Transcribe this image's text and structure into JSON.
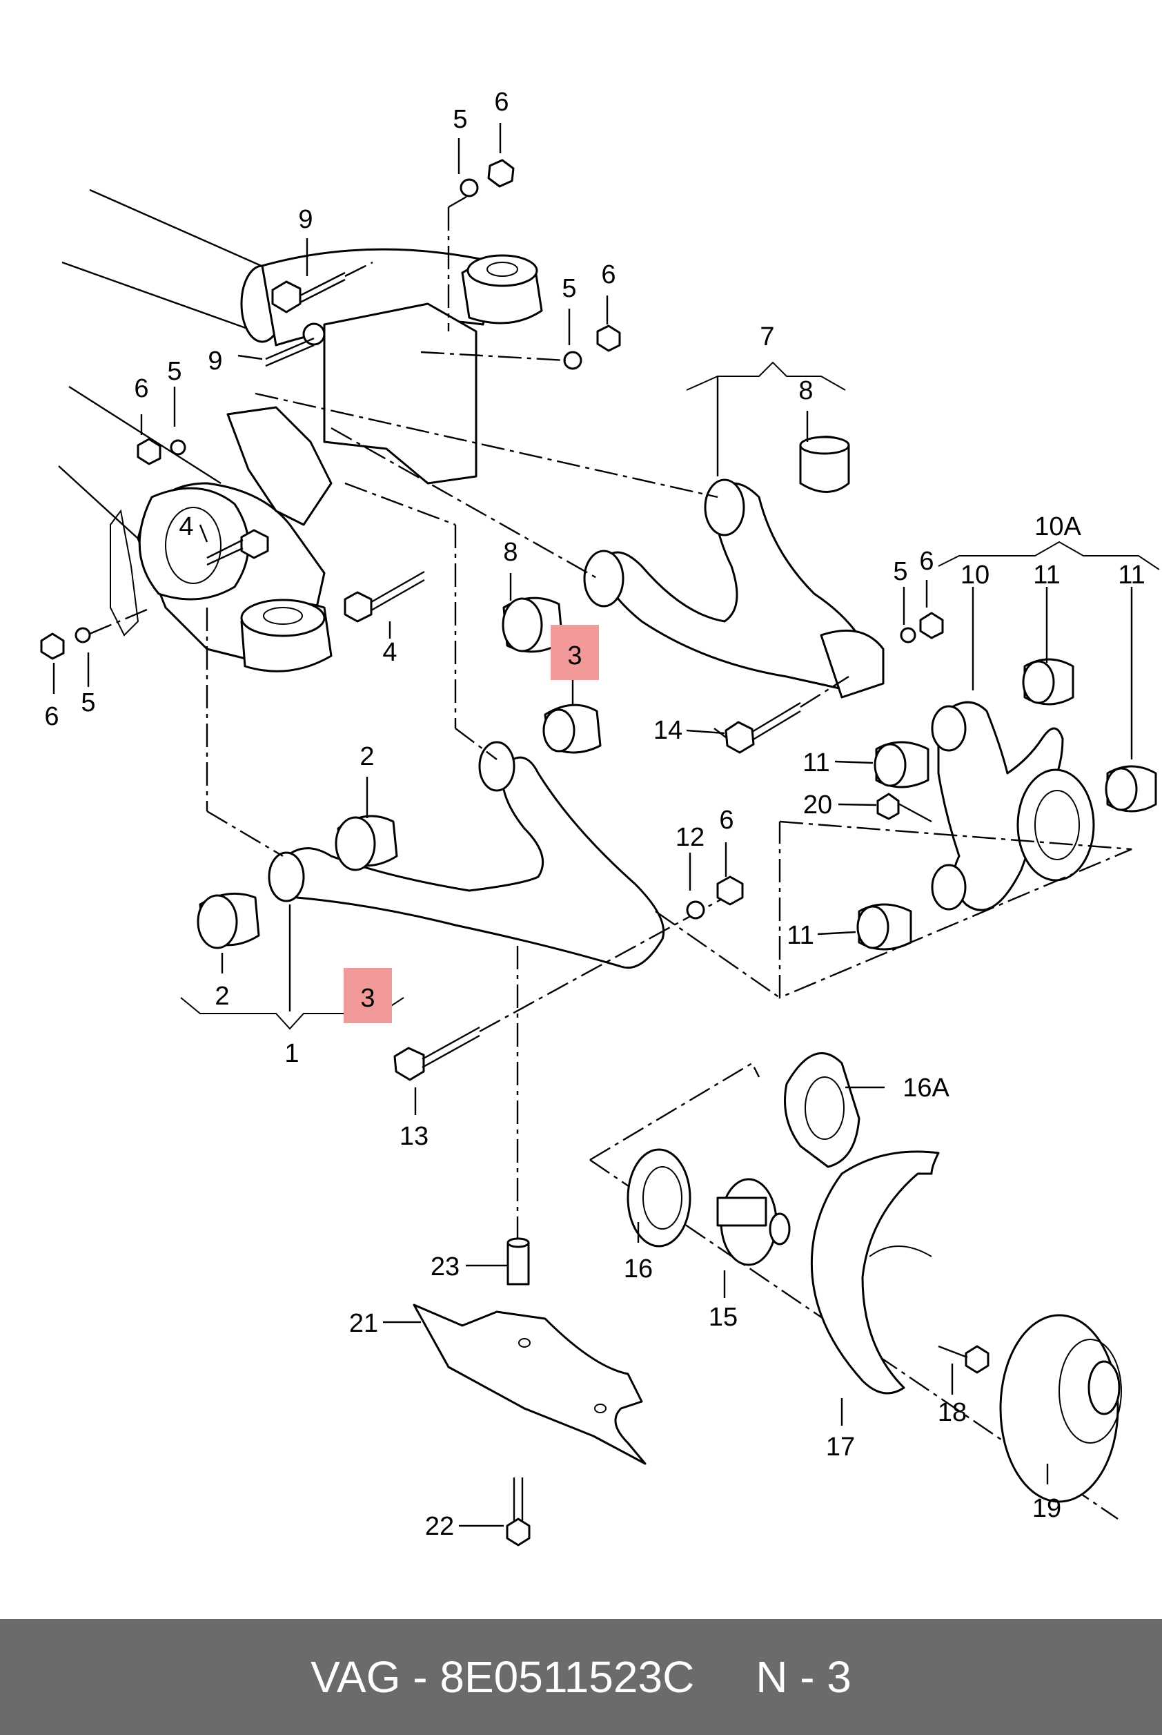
{
  "diagram": {
    "callouts": {
      "c1": "1",
      "c2a": "2",
      "c2b": "2",
      "c3a": "3",
      "c3b": "3",
      "c4a": "4",
      "c4b": "4",
      "c5a": "5",
      "c5b": "5",
      "c5c": "5",
      "c5d": "5",
      "c5e": "5",
      "c6a": "6",
      "c6b": "6",
      "c6c": "6",
      "c6d": "6",
      "c6e": "6",
      "c6f": "6",
      "c7": "7",
      "c8a": "8",
      "c8b": "8",
      "c9a": "9",
      "c9b": "9",
      "c10": "10",
      "c10A": "10A",
      "c11a": "11",
      "c11b": "11",
      "c11c": "11",
      "c11d": "11",
      "c12": "12",
      "c13": "13",
      "c14": "14",
      "c15": "15",
      "c16": "16",
      "c16A": "16A",
      "c17": "17",
      "c18": "18",
      "c19": "19",
      "c20": "20",
      "c21": "21",
      "c22": "22",
      "c23": "23"
    },
    "highlight_color": "#f29a9a"
  },
  "footer": {
    "text": "VAG - 8E0511523C     N - 3",
    "background": "#6b6b6b"
  }
}
